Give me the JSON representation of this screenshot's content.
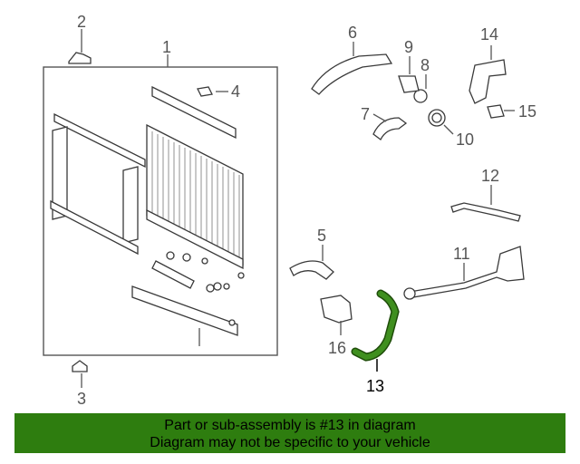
{
  "callouts": {
    "c1": "1",
    "c2": "2",
    "c3": "3",
    "c4": "4",
    "c5": "5",
    "c6": "6",
    "c7": "7",
    "c8": "8",
    "c9": "9",
    "c10": "10",
    "c11": "11",
    "c12": "12",
    "c13": "13",
    "c14": "14",
    "c15": "15",
    "c16": "16"
  },
  "highlight": {
    "part_number": "13",
    "color": "#2e7d0f"
  },
  "banner": {
    "line1": "Part or sub-assembly is #13 in diagram",
    "line2": "Diagram may not be specific to your vehicle",
    "color": "#2e7d0f"
  }
}
